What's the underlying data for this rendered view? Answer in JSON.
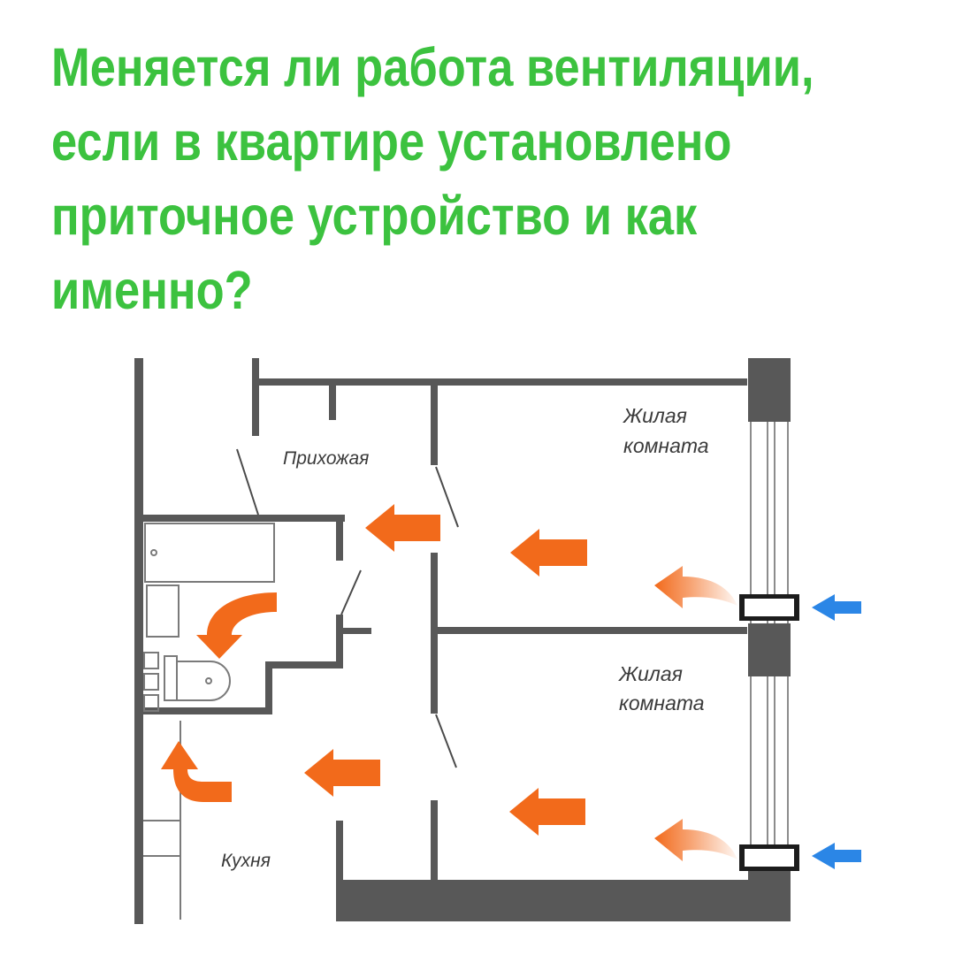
{
  "headline": {
    "lines": [
      "Меняется ли работа вентиляции,",
      "если в квартире установлено",
      "приточное устройство и как",
      "именно?"
    ],
    "color": "#3cc23f"
  },
  "floor_plan": {
    "rooms": {
      "hallway": "Прихожая",
      "living_room_top": [
        "Жилая",
        "комната"
      ],
      "living_room_bottom": [
        "Жилая",
        "комната"
      ],
      "kitchen": "Кухня"
    },
    "colors": {
      "airflow_arrow": "#f26a1b",
      "inflow_arrow": "#2b86e6",
      "wall": "#585858",
      "window_frame": "#8c8c8c"
    },
    "icons": [
      "airflow-arrow-icon",
      "curved-airflow-arrow-icon",
      "inflow-arrow-icon",
      "supply-valve-icon"
    ]
  }
}
